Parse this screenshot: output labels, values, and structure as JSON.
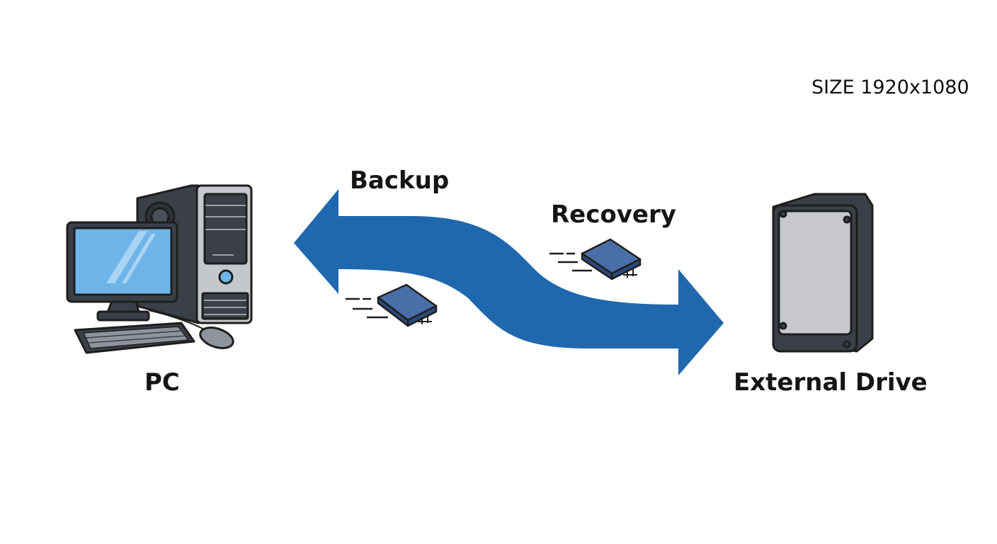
{
  "labels": {
    "size_note": "SIZE 1920x1080",
    "backup": "Backup",
    "recovery": "Recovery",
    "pc": "PC",
    "external_drive": "External Drive"
  },
  "colors": {
    "arrow": "#2068AE",
    "screen": "#6FB4E8",
    "case_dark": "#3A3F48",
    "case_front": "#C4C7CC",
    "drive_face": "#C8C9CC",
    "chip": "#4A6FA8",
    "outline": "#1E1E1E"
  },
  "icons": {
    "pc": "desktop-computer-icon",
    "drive": "external-drive-icon",
    "data_packet": "data-chip-icon"
  }
}
